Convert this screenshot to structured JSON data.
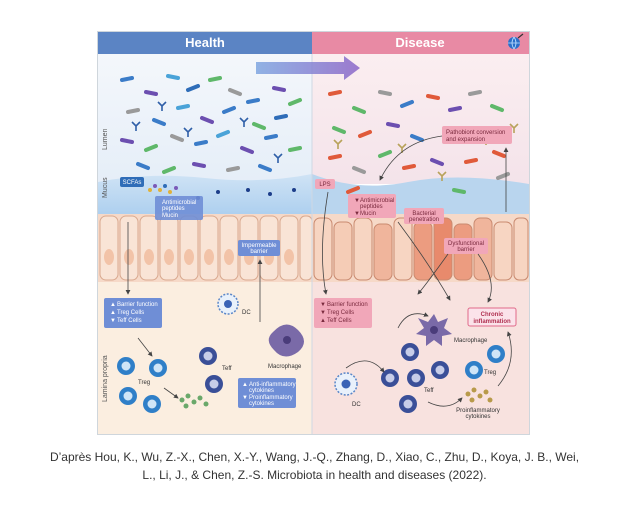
{
  "figure": {
    "header_health": "Health",
    "header_disease": "Disease",
    "side_labels": {
      "lumen": "Lumen",
      "mucus": "Mucus",
      "lamina": "Lamina propria"
    },
    "health": {
      "scfas": "SCFAs",
      "amp_line1": "Antimicrobial",
      "amp_line2": "peptides",
      "mucin": "Mucin",
      "impermeable_line1": "Impermeable",
      "impermeable_line2": "barrier",
      "barrier_function": "Barrier function",
      "treg_cells": "Treg Cells",
      "teff_cells": "Teff Cells",
      "dc": "DC",
      "teff": "Teff",
      "treg": "Treg",
      "macrophage": "Macrophage",
      "anti_line1": "Anti-inflammatory",
      "anti_line2": "cytokines",
      "pro_line1": "Proinflammatory",
      "pro_line2": "cytokines"
    },
    "disease": {
      "lps": "LPS",
      "pathobiont_line1": "Pathobiont conversion",
      "pathobiont_line2": "and expansion",
      "amp_line1": "Antimicrobial",
      "amp_line2": "peptides",
      "mucin": "Mucin",
      "bact_line1": "Bacterial",
      "bact_line2": "penetration",
      "dys_line1": "Dysfunctional",
      "dys_line2": "barrier",
      "barrier_function": "Barrier function",
      "treg_cells": "Treg Cells",
      "teff_cells": "Teff Cells",
      "chronic_line1": "Chronic",
      "chronic_line2": "inflammation",
      "macrophage": "Macrophage",
      "treg": "Treg",
      "teff": "Teff",
      "dc": "DC",
      "pro_line1": "Proinflammatory",
      "pro_line2": "cytokines"
    }
  },
  "caption": {
    "line1": "D’après Hou, K., Wu, Z.-X., Chen, X.-Y., Wang, J.-Q., Zhang, D., Xiao, C., Zhu, D., Koya, J. B., Wei,",
    "line2": "L., Li, J., & Chen, Z.-S. Microbiota in health and diseases (2022)."
  },
  "colors": {
    "health_header": "#5b84c4",
    "disease_header": "#e88aa4",
    "label_blue": "#6f8ed6",
    "label_pink": "#f1a7b9",
    "cell_blue": "#2f7fc8",
    "macrophage_purple": "#7a6aa8"
  },
  "icons": [
    "arrow-right-icon",
    "globe-icon",
    "up-arrow-icon",
    "down-arrow-icon"
  ]
}
